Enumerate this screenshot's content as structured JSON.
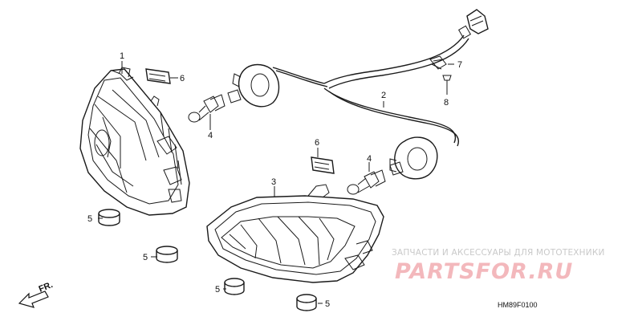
{
  "callouts": {
    "c1": "1",
    "c2": "2",
    "c3": "3",
    "c4a": "4",
    "c4b": "4",
    "c5a": "5",
    "c5b": "5",
    "c5c": "5",
    "c5d": "5",
    "c6a": "6",
    "c6b": "6",
    "c7": "7",
    "c8": "8"
  },
  "direction": {
    "label": "FR."
  },
  "diagram_code": "HM89F0100",
  "watermark": {
    "tagline": "ЗАПЧАСТИ И АКСЕССУАРЫ ДЛЯ МОТОТЕХНИКИ",
    "logo": "PARTSFOR.RU",
    "logo_color": "#f3b8bc"
  }
}
